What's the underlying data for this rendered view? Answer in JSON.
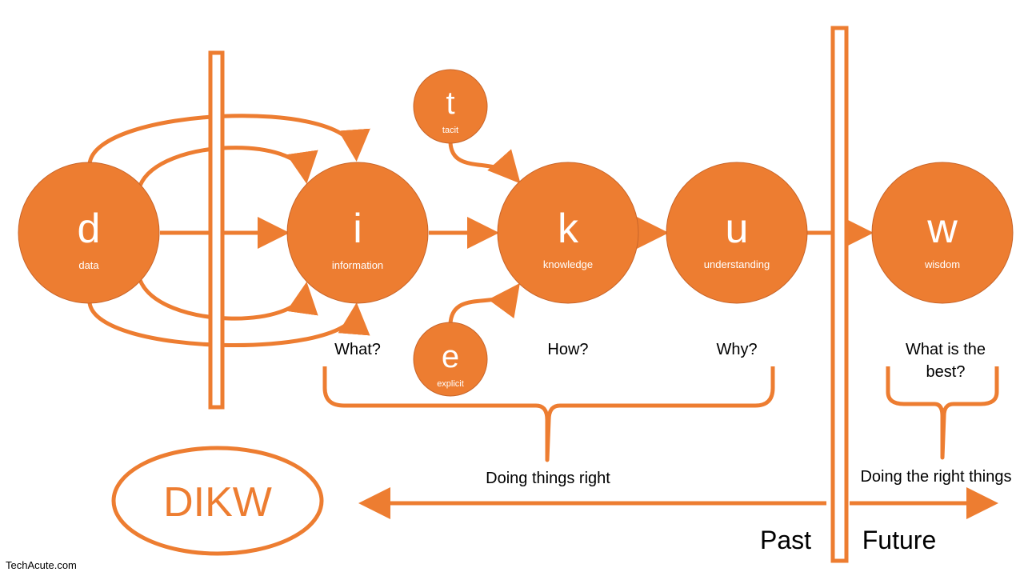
{
  "colors": {
    "accent": "#ED7D31",
    "text": "#000000",
    "node_text": "#FFFFFF"
  },
  "nodes": {
    "d": {
      "letter": "d",
      "label": "data"
    },
    "i": {
      "letter": "i",
      "label": "information"
    },
    "k": {
      "letter": "k",
      "label": "knowledge"
    },
    "u": {
      "letter": "u",
      "label": "understanding"
    },
    "w": {
      "letter": "w",
      "label": "wisdom"
    },
    "t": {
      "letter": "t",
      "label": "tacit"
    },
    "e": {
      "letter": "e",
      "label": "explicit"
    }
  },
  "questions": {
    "what": "What?",
    "how": "How?",
    "why": "Why?",
    "best_line1": "What is the",
    "best_line2": "best?"
  },
  "captions": {
    "doing_things_right": "Doing things right",
    "doing_right_things": "Doing the right things"
  },
  "timeline": {
    "past": "Past",
    "future": "Future"
  },
  "logo_text": "DIKW",
  "credit": "TechAcute.com"
}
